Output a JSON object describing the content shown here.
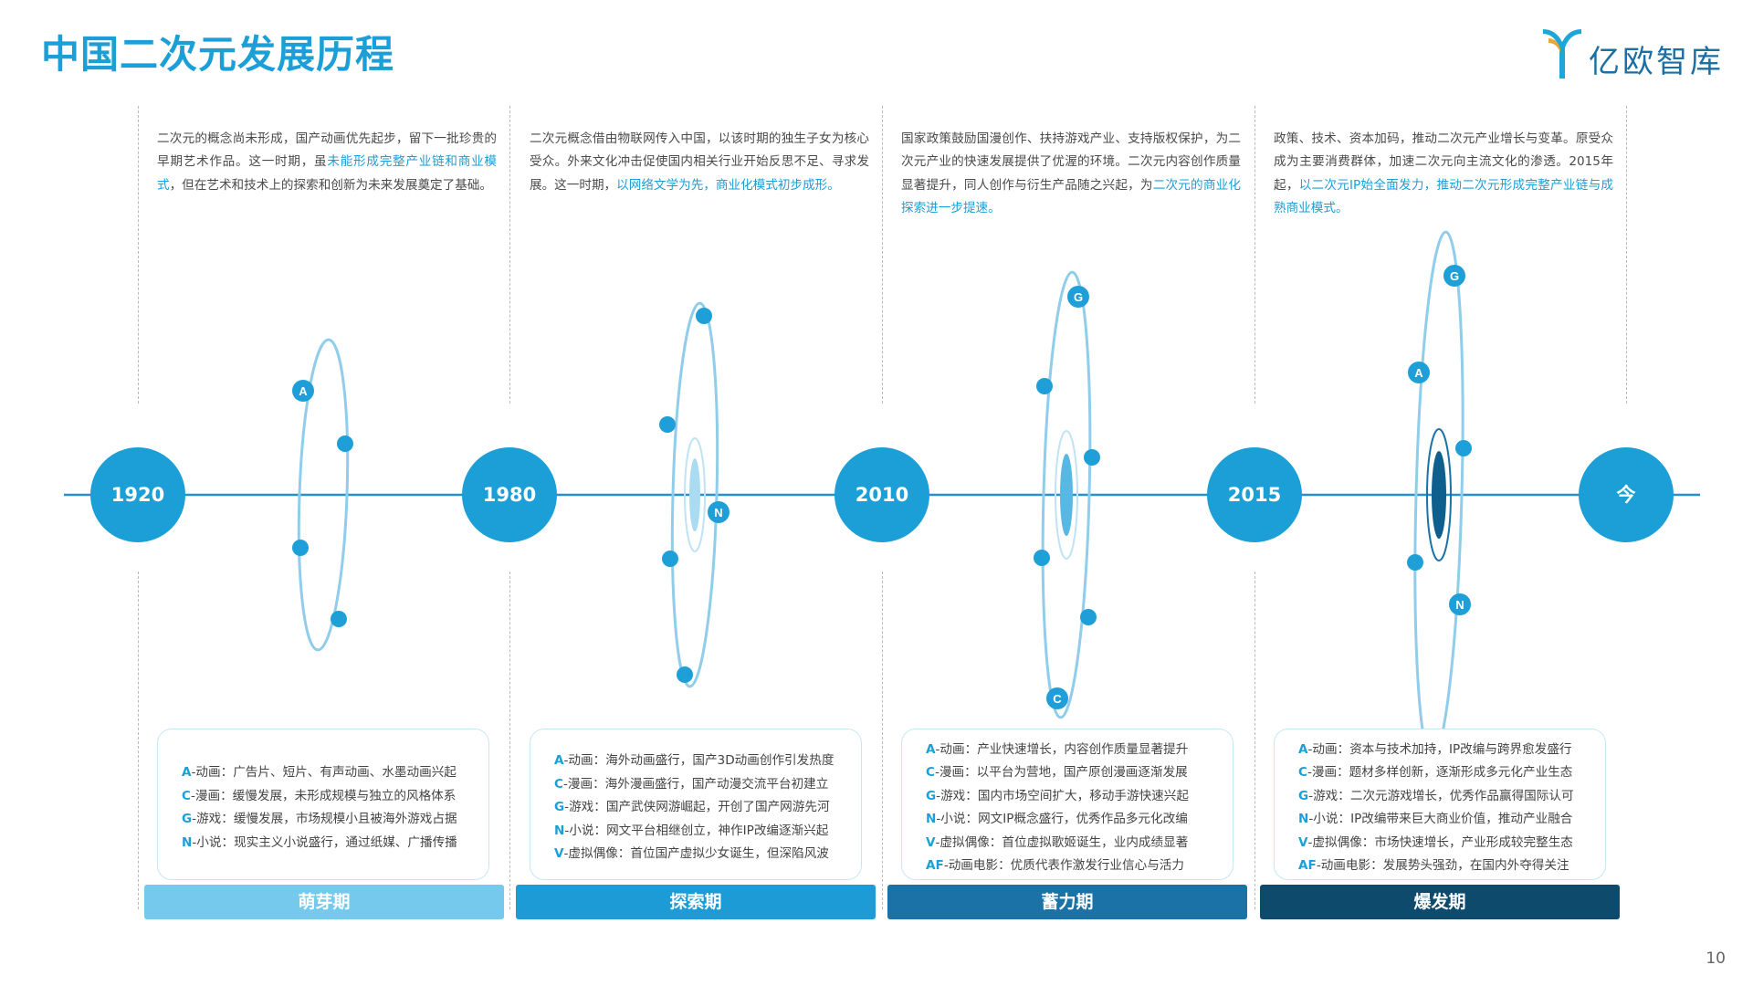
{
  "title": "中国二次元发展历程",
  "logo": {
    "text": "亿欧智库",
    "color": "#1b6fa3",
    "icon": "logo-icon"
  },
  "colors": {
    "axis": "#2a8fc9",
    "node": "#1b9fd6",
    "orbit": "#8fcdeb",
    "dot": "#1f9fd8",
    "text_accent": "#1a9fd6"
  },
  "timeline": {
    "nodes": [
      "1920",
      "1980",
      "2010",
      "2015",
      "今"
    ]
  },
  "periods": [
    {
      "name": "萌芽期",
      "band_color": "#74c9ec",
      "description": [
        {
          "text": "二次元的概念尚未形成，国产动画优先起步，留下一批珍贵的早期艺术作品。这一时期，虽",
          "hl": false
        },
        {
          "text": "未能形成完整产业链和商业模式",
          "hl": true
        },
        {
          "text": "，但在艺术和技术上的探索和创新为未来发展奠定了基础。",
          "hl": false
        }
      ],
      "diagram_labels": [
        "A"
      ],
      "items": [
        {
          "tag": "A",
          "text": "-动画：广告片、短片、有声动画、水墨动画兴起"
        },
        {
          "tag": "C",
          "text": "-漫画：缓慢发展，未形成规模与独立的风格体系"
        },
        {
          "tag": "G",
          "text": "-游戏：缓慢发展，市场规模小且被海外游戏占据"
        },
        {
          "tag": "N",
          "text": "-小说：现实主义小说盛行，通过纸媒、广播传播"
        }
      ]
    },
    {
      "name": "探索期",
      "band_color": "#1d9bd6",
      "description": [
        {
          "text": "二次元概念借由物联网传入中国，以该时期的独生子女为核心受众。外来文化冲击促使国内相关行业开始反思不足、寻求发展。这一时期，",
          "hl": false
        },
        {
          "text": "以网络文学为先，商业化模式初步成形。",
          "hl": true
        }
      ],
      "diagram_labels": [
        "N"
      ],
      "items": [
        {
          "tag": "A",
          "text": "-动画：海外动画盛行，国产3D动画创作引发热度"
        },
        {
          "tag": "C",
          "text": "-漫画：海外漫画盛行，国产动漫交流平台初建立"
        },
        {
          "tag": "G",
          "text": "-游戏：国产武侠网游崛起，开创了国产网游先河"
        },
        {
          "tag": "N",
          "text": "-小说：网文平台相继创立，神作IP改编逐渐兴起"
        },
        {
          "tag": "V",
          "text": "-虚拟偶像：首位国产虚拟少女诞生，但深陷风波"
        }
      ]
    },
    {
      "name": "蓄力期",
      "band_color": "#1a72a6",
      "description": [
        {
          "text": "国家政策鼓励国漫创作、扶持游戏产业、支持版权保护，为二次元产业的快速发展提供了优渥的环境。二次元内容创作质量显著提升，同人创作与衍生产品随之兴起，为",
          "hl": false
        },
        {
          "text": "二次元的商业化探索进一步提速。",
          "hl": true
        }
      ],
      "diagram_labels": [
        "G",
        "C"
      ],
      "items": [
        {
          "tag": "A",
          "text": "-动画：产业快速增长，内容创作质量显著提升"
        },
        {
          "tag": "C",
          "text": "-漫画：以平台为营地，国产原创漫画逐渐发展"
        },
        {
          "tag": "G",
          "text": "-游戏：国内市场空间扩大，移动手游快速兴起"
        },
        {
          "tag": "N",
          "text": "-小说：网文IP概念盛行，优秀作品多元化改编"
        },
        {
          "tag": "V",
          "text": "-虚拟偶像：首位虚拟歌姬诞生，业内成绩显著"
        },
        {
          "tag": "AF",
          "text": "-动画电影：优质代表作激发行业信心与活力"
        }
      ]
    },
    {
      "name": "爆发期",
      "band_color": "#0d4a6b",
      "description": [
        {
          "text": "政策、技术、资本加码，推动二次元产业增长与变革。原受众成为主要消费群体，加速二次元向主流文化的渗透。2015年起，",
          "hl": false
        },
        {
          "text": "以二次元IP始全面发力，推动二次元形成完整产业链与成熟商业模式。",
          "hl": true
        }
      ],
      "diagram_labels": [
        "G",
        "A",
        "N"
      ],
      "items": [
        {
          "tag": "A",
          "text": "-动画：资本与技术加持，IP改编与跨界愈发盛行"
        },
        {
          "tag": "C",
          "text": "-漫画：题材多样创新，逐渐形成多元化产业生态"
        },
        {
          "tag": "G",
          "text": "-游戏：二次元游戏增长，优秀作品赢得国际认可"
        },
        {
          "tag": "N",
          "text": "-小说：IP改编带来巨大商业价值，推动产业融合"
        },
        {
          "tag": "V",
          "text": "-虚拟偶像：市场快速增长，产业形成较完整生态"
        },
        {
          "tag": "AF",
          "text": "-动画电影：发展势头强劲，在国内外夺得关注"
        }
      ]
    }
  ],
  "page_number": "10"
}
